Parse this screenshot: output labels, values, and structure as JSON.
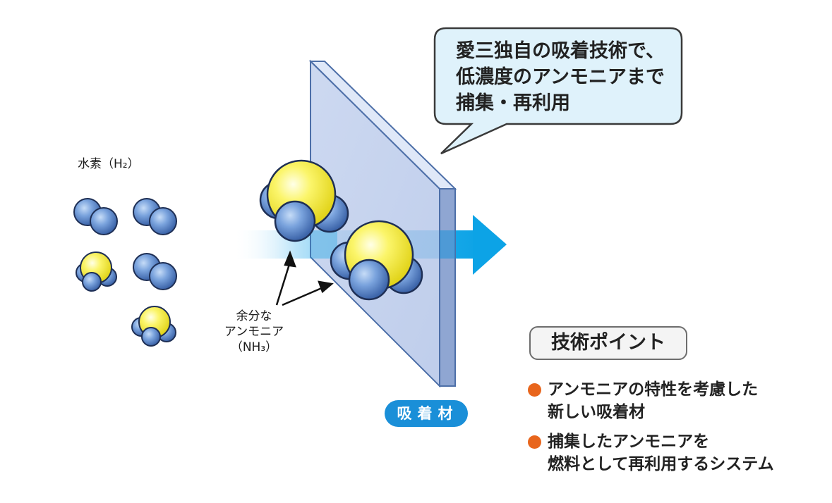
{
  "labels": {
    "hydrogen": "水素（H₂）",
    "excess_ammonia": [
      "余分な",
      "アンモニア",
      "（NH₃）"
    ]
  },
  "callout": {
    "lines": [
      "愛三独自の吸着技術で、",
      "低濃度のアンモニアまで",
      "捕集・再利用"
    ]
  },
  "adsorbent_badge": "吸着材",
  "tech_points": {
    "heading": "技術ポイント",
    "items": [
      {
        "lines": [
          "アンモニアの特性を考慮した",
          "新しい吸着材"
        ]
      },
      {
        "lines": [
          "捕集したアンモニアを",
          "燃料として再利用するシステム"
        ]
      }
    ]
  },
  "colors": {
    "hydrogen_atom": "#5b87c9",
    "nitrogen_atom": "#f7ef4a",
    "flow_arrow": "#1aa8e6",
    "filter_panel": "#c9d6f0",
    "badge": "#1a8fd8",
    "bullet": "#e8651c"
  }
}
